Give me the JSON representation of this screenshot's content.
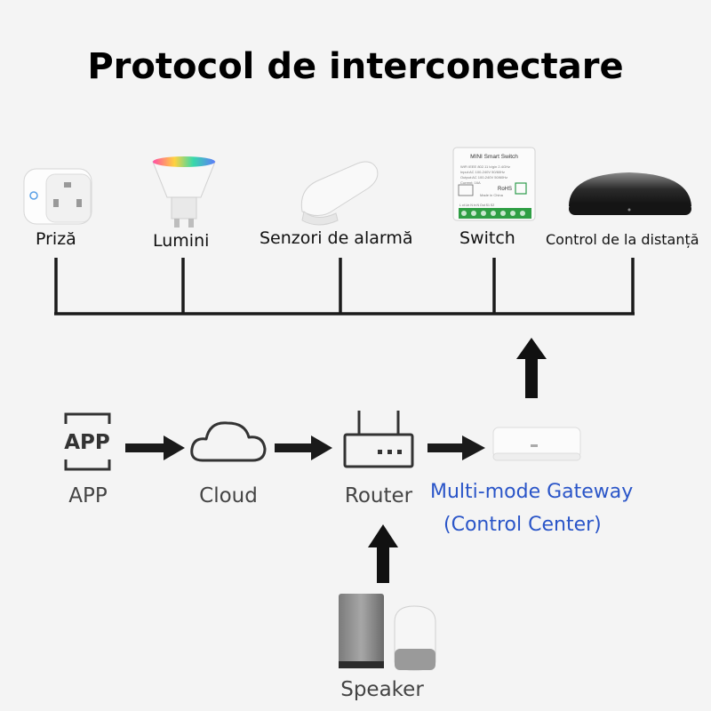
{
  "title": "Protocol de interconectare",
  "devices": [
    {
      "label": "Priză",
      "icon": "smart-plug-icon"
    },
    {
      "label": "Lumini",
      "icon": "light-bulb-icon"
    },
    {
      "label": "Senzori de alarmă",
      "icon": "alarm-sensor-icon"
    },
    {
      "label": "Switch",
      "icon": "smart-switch-icon"
    },
    {
      "label": "Control de la distanță",
      "icon": "remote-hub-icon"
    }
  ],
  "switch_device": {
    "header": "MINI  Smart  Switch",
    "spec_lines": [
      "WiFi IEEE 802.11 b/g/n 2.4GHz",
      "Input:AC 100-240V 50/60Hz",
      "Output:AC 100-240V 50/60Hz",
      "Current: 16A"
    ],
    "brand_mark": "RoHS",
    "origin": "Made in China",
    "terminals": "L  ot  Lin   N in  N Out  S1   S2"
  },
  "flow": {
    "app_icon_text": "APP",
    "app": "APP",
    "cloud": "Cloud",
    "router": "Router",
    "gateway_line1": "Multi-mode Gateway",
    "gateway_line2": "(Control Center)",
    "speaker": "Speaker"
  },
  "colors": {
    "line": "#1a1a1a",
    "gateway_text": "#2a55c8",
    "background": "#f4f4f4"
  }
}
